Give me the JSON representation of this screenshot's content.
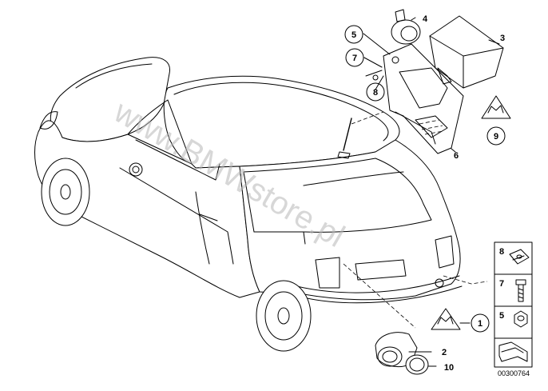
{
  "diagram": {
    "watermark": "www.BMWstore.pl",
    "drawing_number": "00300764",
    "callouts": [
      {
        "label": "1",
        "circled": true
      },
      {
        "label": "2",
        "circled": false
      },
      {
        "label": "3",
        "circled": false
      },
      {
        "label": "4",
        "circled": false
      },
      {
        "label": "5",
        "circled": true
      },
      {
        "label": "6",
        "circled": false
      },
      {
        "label": "7",
        "circled": true
      },
      {
        "label": "8",
        "circled": true
      },
      {
        "label": "9",
        "circled": true
      },
      {
        "label": "10",
        "circled": false
      }
    ],
    "legend": [
      {
        "label": "8",
        "icon": "clip-nut-icon"
      },
      {
        "label": "7",
        "icon": "screw-icon"
      },
      {
        "label": "5",
        "icon": "hex-nut-icon"
      },
      {
        "label": "",
        "icon": "arrow-bracket-icon"
      }
    ]
  }
}
